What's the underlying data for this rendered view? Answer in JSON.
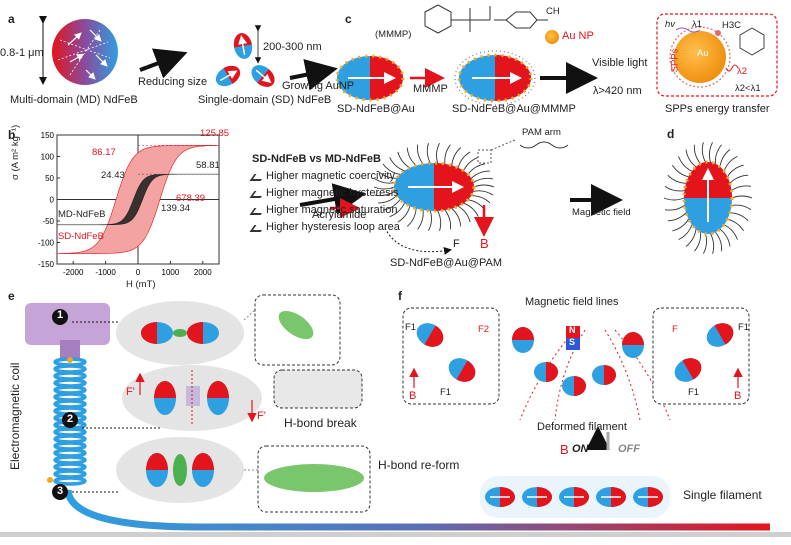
{
  "panels": {
    "a": "a",
    "b": "b",
    "c": "c",
    "d": "d",
    "e": "e",
    "f": "f"
  },
  "panel_a": {
    "md_size": "0.8-1 μm",
    "md_label": "Multi-domain (MD) NdFeB",
    "reduce_label": "Reducing size",
    "sd_size": "200-300 nm",
    "sd_label": "Single-domain (SD) NdFeB"
  },
  "panel_c": {
    "grow_label": "Growing AuNP",
    "mmmp_abbrev": "(MMMP)",
    "ch3": "CH",
    "au_np": "Au NP",
    "sd_au": "SD-NdFeB@Au",
    "mmmp_arrow": "MMMP",
    "sd_au_mmmp": "SD-NdFeB@Au@MMMP",
    "visible_light": "Visible light",
    "wavelength": "λ>420 nm",
    "spps_label": "SPPs energy transfer",
    "hv": "hv",
    "lambda1": "λ1",
    "lambda2": "λ2",
    "h3c": "H3C",
    "au_e": "Au",
    "spps_in": "SPPs",
    "lambda_rel": "λ2<λ1"
  },
  "panel_b": {
    "vs_title": "SD-NdFeB vs MD-NdFeB",
    "advantages": [
      "Higher magnetic coercivity",
      "Higher magnetic hysteresis",
      "Higher magnetic saturation",
      "Higher hysteresis loop area"
    ],
    "md_label": "MD-NdFeB",
    "sd_label": "SD-NdFeB",
    "red_annotations": [
      "125.85",
      "86.17",
      "678.39"
    ],
    "black_annotations": [
      "58.81",
      "24.43",
      "139.34"
    ]
  },
  "panel_pam": {
    "pam_arm": "PAM arm",
    "acrylamide": "Acrylamide",
    "B": "B",
    "F": "F",
    "label": "SD-NdFeB@Au@PAM",
    "mag_field": "Magnetic field"
  },
  "panel_e": {
    "coil": "Electromagnetic coil",
    "steps": [
      "1",
      "2",
      "3"
    ],
    "F_prime": "F'",
    "hbond_break": "H-bond break",
    "hbond_reform": "H-bond re-form"
  },
  "panel_f": {
    "field_lines": "Magnetic field lines",
    "N": "N",
    "S": "S",
    "F1": "F1",
    "F2": "F2",
    "F": "F",
    "B": "B",
    "deformed": "Deformed filament",
    "b_on": "ON",
    "b_off": "OFF",
    "single": "Single filament"
  },
  "chart_data": {
    "type": "line",
    "title": "",
    "xlabel": "H (mT)",
    "ylabel": "σ (A m² kg⁻¹)",
    "xlim": [
      -2500,
      2500
    ],
    "ylim": [
      -150,
      150
    ],
    "xticks": [
      "-2000",
      "-1000",
      "0",
      "1000",
      "2000"
    ],
    "yticks": [
      "-150",
      "-100",
      "-50",
      "0",
      "50",
      "100",
      "150"
    ],
    "series": [
      {
        "name": "SD-NdFeB",
        "color": "#f4a3a3",
        "saturation": 125.85,
        "remanence": 86.17,
        "coercivity": 678.39
      },
      {
        "name": "MD-NdFeB",
        "color": "#3a3030",
        "saturation": 58.81,
        "remanence": 24.43,
        "coercivity": 139.34
      }
    ]
  },
  "colors": {
    "red": "#e3141c",
    "blue": "#2e9fe0",
    "pink": "#f4a3a3",
    "dark": "#3a3030",
    "purple": "#9b59b6"
  }
}
